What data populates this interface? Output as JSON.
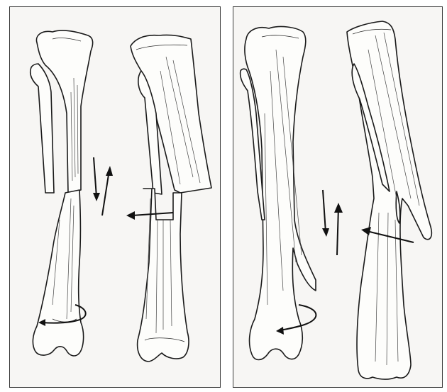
{
  "figure": {
    "panels": [
      {
        "id": "left",
        "views": [
          "anterior",
          "lateral"
        ],
        "fracture": "transverse"
      },
      {
        "id": "right",
        "views": [
          "anterior",
          "lateral"
        ],
        "fracture": "oblique"
      }
    ]
  },
  "colors": {
    "line": "#1a1a1a",
    "bone_fill": "#fdfdfb",
    "panel_bg": "#f7f6f4",
    "border": "#3a3a3a"
  }
}
